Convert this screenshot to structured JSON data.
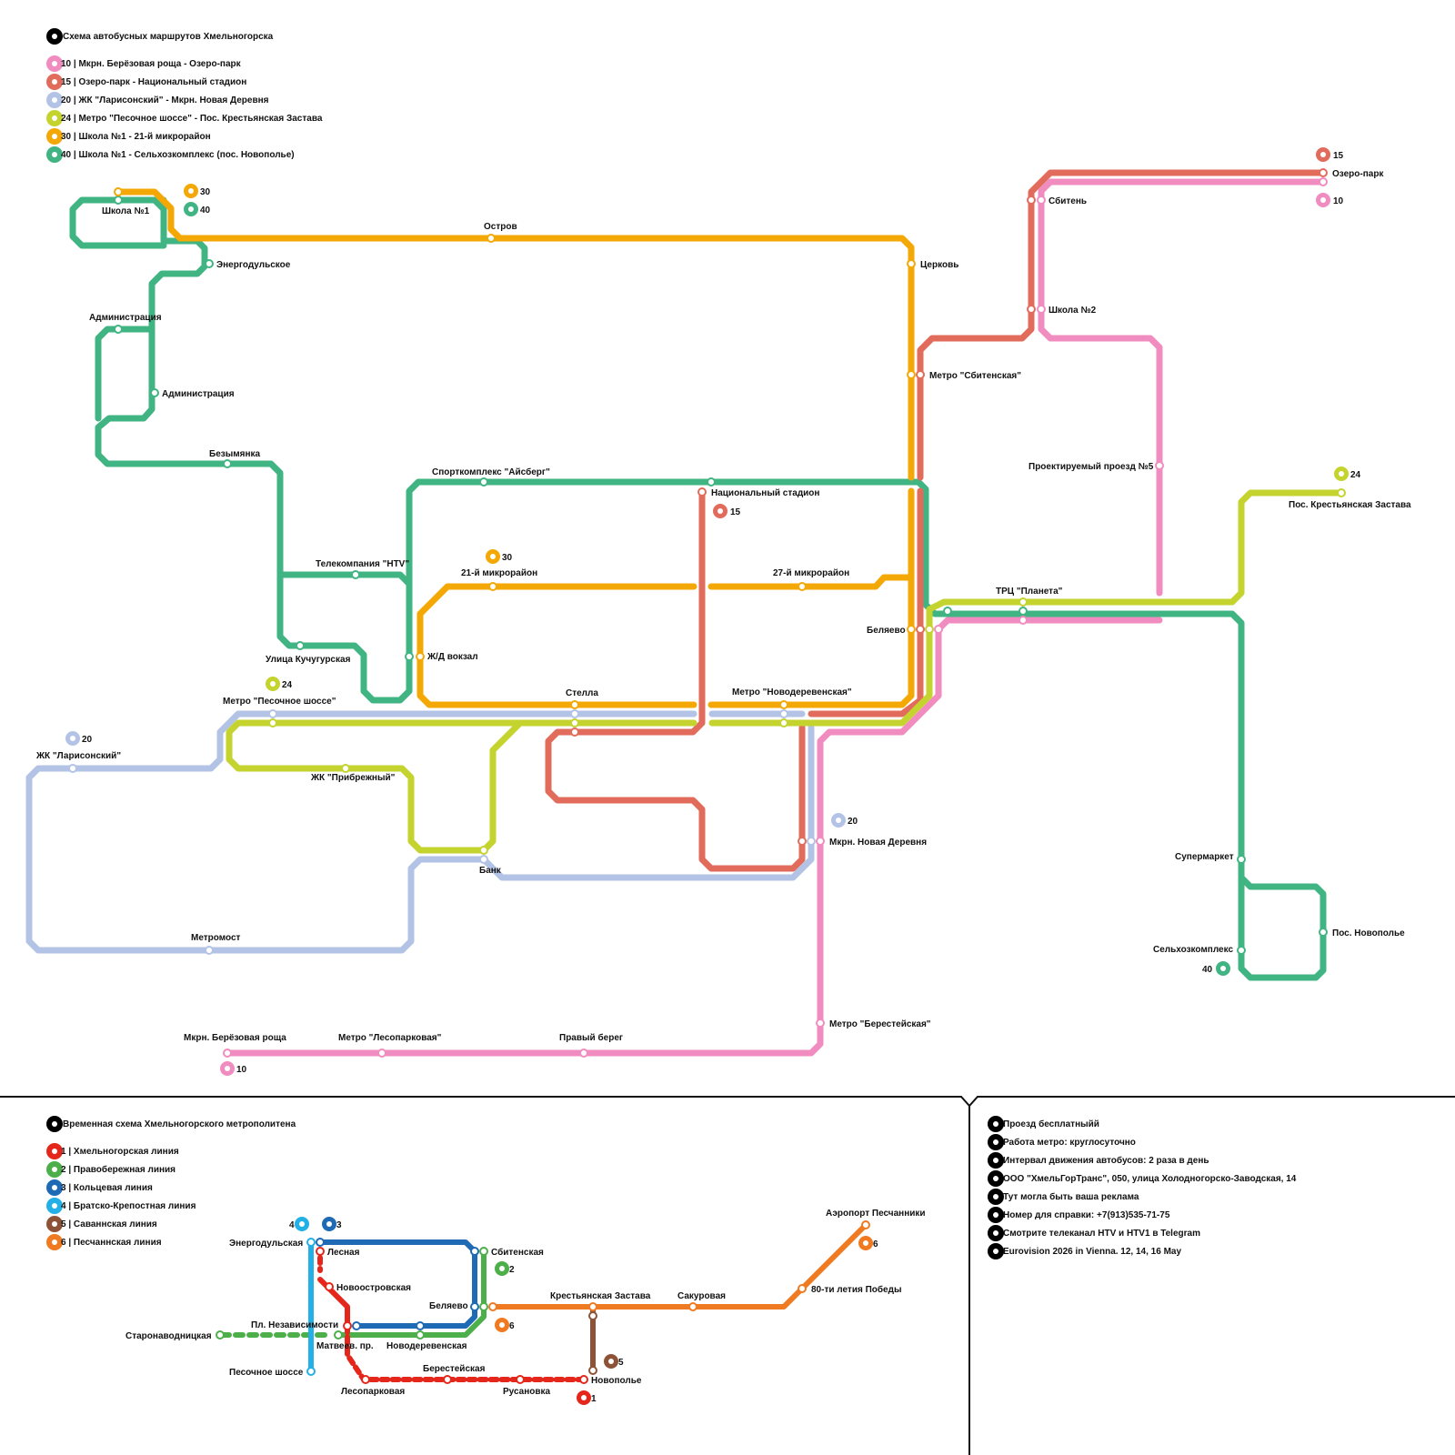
{
  "bus": {
    "title": "Схема автобусных маршрутов Хмельногорска",
    "legend": [
      {
        "num": "10",
        "text": "10 | Мкрн. Берёзовая роща - Озеро-парк",
        "color": "#f08cbf"
      },
      {
        "num": "15",
        "text": "15 | Озеро-парк - Национальный стадион",
        "color": "#e26c5c"
      },
      {
        "num": "20",
        "text": "20 | ЖК \"Ларисонский\" - Мкрн. Новая Деревня",
        "color": "#b3c3e6"
      },
      {
        "num": "24",
        "text": "24 | Метро \"Песочное шоссе\" - Пос. Крестьянская Застава",
        "color": "#c4d32e"
      },
      {
        "num": "30",
        "text": "30 | Школа №1 - 21-й микрорайон",
        "color": "#f4a806"
      },
      {
        "num": "40",
        "text": "40 | Школа №1 - Сельхозкомплекс (пос. Новополье)",
        "color": "#41b483"
      }
    ],
    "stops": {
      "shkola1": "Школа №1",
      "energodulskoe": "Энергодульское",
      "administraciya1": "Администрация",
      "administraciya2": "Администрация",
      "bezymyanka": "Безымянка",
      "telekompaniya": "Телекомпания \"HTV\"",
      "kuchugurskaya": "Улица Кучугурская",
      "zhd": "Ж/Д вокзал",
      "ostrov": "Остров",
      "cerkov": "Церковь",
      "sbiten": "Сбитень",
      "shkola2": "Школа №2",
      "metro_sbitenskaya": "Метро \"Сбитенская\"",
      "proektiruemyi": "Проектируемый проезд №5",
      "ozero_park": "Озеро-парк",
      "sportkompleks": "Спорткомплекс \"Айсберг\"",
      "nacstadion": "Национальный стадион",
      "mkr21": "21-й микрорайон",
      "mkr27": "27-й микрорайон",
      "belyaevo": "Беляево",
      "trc": "ТРЦ \"Планета\"",
      "krest_zastava": "Пос. Крестьянская Застава",
      "stella": "Стелла",
      "metro_novoder": "Метро \"Новодеревенская\"",
      "metro_pesochnoe": "Метро \"Песочное шоссе\"",
      "zhk_lar": "ЖК \"Ларисонский\"",
      "zhk_prib": "ЖК \"Прибрежный\"",
      "bank": "Банк",
      "metromost": "Метромост",
      "novaya_derevnya": "Мкрн. Новая Деревня",
      "supermarket": "Супермаркет",
      "novopole": "Пос. Новополье",
      "selhoz": "Сельхозкомплекс",
      "metro_berest": "Метро \"Берестейская\"",
      "berez_roshcha": "Мкрн. Берёзовая роща",
      "metro_lesopark": "Метро \"Лесопарковая\"",
      "pravyi_bereg": "Правый берег"
    },
    "terminals": {
      "t10": "10",
      "t15": "15",
      "t20": "20",
      "t24": "24",
      "t30": "30",
      "t40": "40"
    }
  },
  "metro": {
    "title": "Временная схема Хмельногорского метрополитена",
    "legend": [
      {
        "num": "1",
        "text": "1 | Хмельногорская линия",
        "color": "#e4261b"
      },
      {
        "num": "2",
        "text": "2 | Правобережная линия",
        "color": "#4caf4a"
      },
      {
        "num": "3",
        "text": "3 | Кольцевая линия",
        "color": "#1e6ab5"
      },
      {
        "num": "4",
        "text": "4 | Братско-Крепостная линия",
        "color": "#22b0e6"
      },
      {
        "num": "5",
        "text": "5 | Саваннская линия",
        "color": "#8e5336"
      },
      {
        "num": "6",
        "text": "6 | Песчаннская линия",
        "color": "#ef7a22"
      }
    ],
    "stations": {
      "energodulskaya": "Энергодульская",
      "lesnaya": "Лесная",
      "sbitenskaya": "Сбитенская",
      "novoostrovskaya": "Новоостровская",
      "belyaevo": "Беляево",
      "pl_nezav": "Пл. Независимости",
      "staronavodnickaya": "Старонаводницкая",
      "matveev": "Матвеев. пр.",
      "novoderevenskaya": "Новодеревенская",
      "pesochnoe": "Песочное шоссе",
      "lesoparkovaya": "Лесопарковая",
      "berestejskaya": "Берестейская",
      "rusanovka": "Русановка",
      "novopole": "Новополье",
      "krest_zastava": "Крестьянская Застава",
      "sakurovaya": "Сакуровая",
      "letie80": "80-ти летия Победы",
      "aeroport": "Аэропорт Песчанники"
    },
    "terminals": {
      "m1": "1",
      "m2": "2",
      "m3": "3",
      "m4": "4",
      "m5": "5",
      "m6a": "6",
      "m6b": "6"
    }
  },
  "info": [
    "Проезд бесплатныйй",
    "Работа метро: круглосуточно",
    "Интервал движения автобусов: 2 раза в день",
    "ООО \"ХмельГорТранс\", 050, улица Холодногорско-Заводская, 14",
    "Тут могла быть ваша реклама",
    "Номер для справки: +7(913)535-71-75",
    "Смотрите телеканал HTV и HTV1 в Telegram",
    "Eurovision 2026 in Vienna. 12, 14, 16 May"
  ],
  "colors": {
    "r10": "#f08cbf",
    "r15": "#e26c5c",
    "r20": "#b3c3e6",
    "r24": "#c4d32e",
    "r30": "#f4a806",
    "r40": "#41b483",
    "m1": "#e4261b",
    "m2": "#4caf4a",
    "m3": "#1e6ab5",
    "m4": "#22b0e6",
    "m5": "#8e5336",
    "m6": "#ef7a22"
  }
}
